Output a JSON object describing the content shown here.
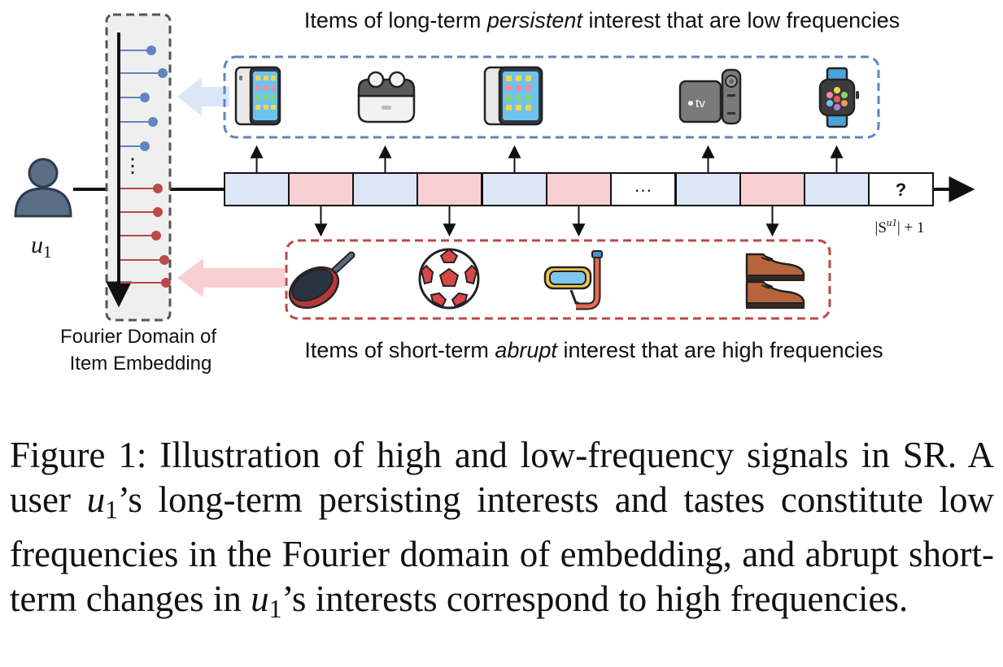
{
  "top_label": {
    "prefix": "Items of long-term ",
    "emph": "persistent",
    "suffix": " interest that are low frequencies"
  },
  "bottom_label": {
    "prefix": "Items of short-term ",
    "emph": "abrupt",
    "suffix": " interest that are high frequencies"
  },
  "fourier_label": [
    "Fourier Domain of",
    "Item Embedding"
  ],
  "user_label": {
    "base": "u",
    "sub": "1"
  },
  "sequence": {
    "cells": [
      {
        "kind": "low",
        "text": ""
      },
      {
        "kind": "high",
        "text": ""
      },
      {
        "kind": "low",
        "text": ""
      },
      {
        "kind": "high",
        "text": ""
      },
      {
        "kind": "low",
        "text": ""
      },
      {
        "kind": "high",
        "text": ""
      },
      {
        "kind": "gap",
        "text": "···"
      },
      {
        "kind": "low",
        "text": ""
      },
      {
        "kind": "high",
        "text": ""
      },
      {
        "kind": "low",
        "text": ""
      },
      {
        "kind": "next",
        "text": "?"
      }
    ],
    "next_index_label": "|S",
    "next_index_sup": "u1",
    "next_index_tail": "| + 1"
  },
  "spectrum_dots": "⋮",
  "low_items": [
    "smartphone-icon",
    "earbuds-case-icon",
    "tablet-icon",
    "tv-box-icon",
    "smartwatch-icon"
  ],
  "high_items": [
    "frying-pan-icon",
    "soccer-ball-icon",
    "snorkel-mask-icon",
    "shoes-icon"
  ],
  "apple_tv_text": "tv",
  "colors": {
    "low": "#dbe7f7",
    "high": "#f7cfd2",
    "low_line": "#5f86c0",
    "high_line": "#b94a48",
    "frame_gray": "#555555"
  },
  "caption": {
    "part1": "Figure 1: Illustration of high and low-frequency signals in SR. A user ",
    "math1_base": "u",
    "math1_sub": "1",
    "part2": "’s long-term persisting interests and tastes constitute low frequencies in the Fourier domain of embedding, and abrupt short-term changes in ",
    "math2_base": "u",
    "math2_sub": "1",
    "part3": "’s interests correspond to high frequencies."
  }
}
